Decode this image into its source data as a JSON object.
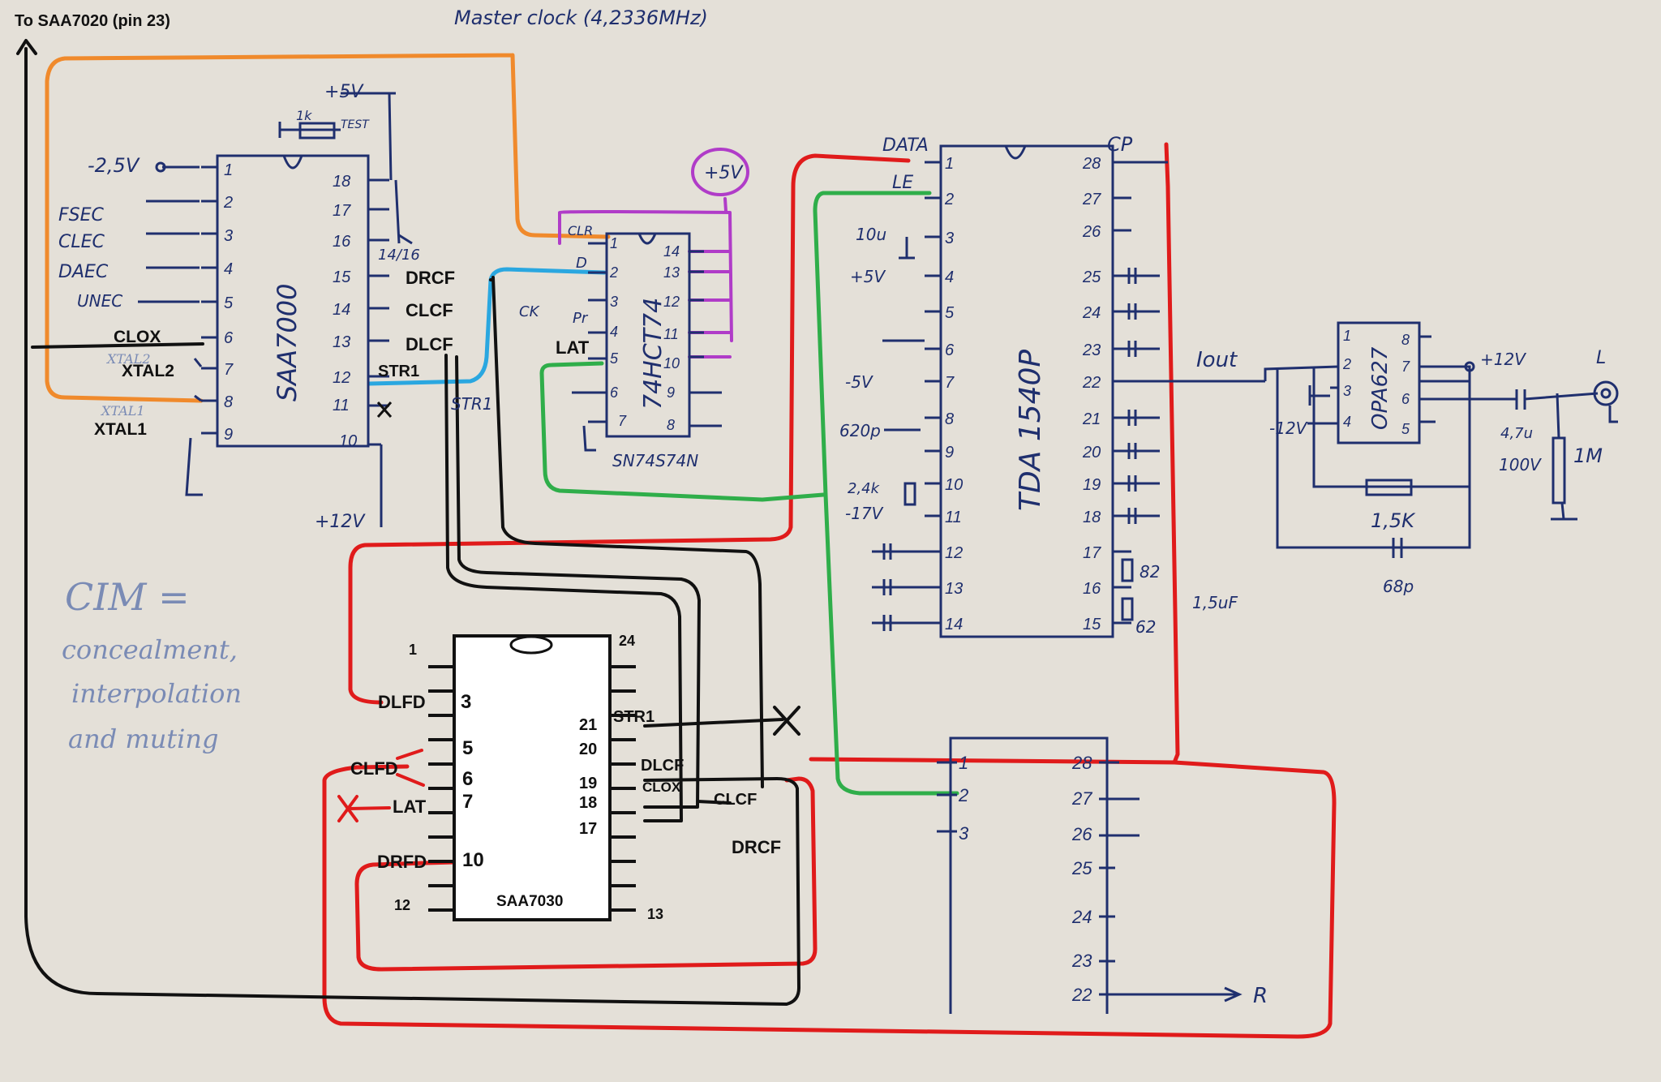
{
  "colors": {
    "paper": "#e4e0d8",
    "ink_blue": "#1f2f6e",
    "black": "#111111",
    "orange": "#f08a2c",
    "red": "#e01b1b",
    "green": "#2fae4a",
    "cyan": "#2aa7e0",
    "purple": "#b03cc8",
    "note_blue": "#7a8bb5"
  },
  "top": {
    "to_saa7020": "To SAA7020 (pin 23)",
    "master_clock": "Master clock (4,2336MHz)"
  },
  "saa7000": {
    "name": "SAA7000",
    "left_pins": [
      "1",
      "2",
      "3",
      "4",
      "5",
      "6",
      "7",
      "8",
      "9"
    ],
    "right_pins": [
      "18",
      "17",
      "16",
      "15",
      "14",
      "13",
      "12",
      "11",
      "10"
    ],
    "signals": [
      "-2,5V",
      "FSEC",
      "CLEC",
      "DAEC",
      "UNEC",
      "CLOX",
      "XTAL2",
      "XTAL1",
      "XTAL2",
      "XTAL1"
    ],
    "supply": [
      "+5V",
      "1k",
      "TEST",
      "14/16",
      "+12V"
    ],
    "outputs": [
      "DRCF",
      "CLCF",
      "DLCF",
      "STR1",
      "STR1"
    ]
  },
  "hc74": {
    "name": "74HCT74",
    "part": "SN74S74N",
    "left_pins": [
      "1",
      "2",
      "3",
      "4",
      "5",
      "6",
      "7"
    ],
    "right_pins": [
      "14",
      "13",
      "12",
      "11",
      "10",
      "9",
      "8"
    ],
    "labels": [
      "CLR",
      "D",
      "Pr",
      "CK",
      "LAT",
      "+5V"
    ]
  },
  "tda1540": {
    "name": "TDA 1540P",
    "left_pins": [
      "1",
      "2",
      "3",
      "4",
      "5",
      "6",
      "7",
      "8",
      "9",
      "10",
      "11",
      "12",
      "13",
      "14"
    ],
    "right_pins": [
      "28",
      "27",
      "26",
      "25",
      "24",
      "23",
      "22",
      "21",
      "20",
      "19",
      "18",
      "17",
      "16",
      "15"
    ],
    "labels": [
      "DATA",
      "LE",
      "CP",
      "10u",
      "+5V",
      "-5V",
      "620p",
      "2,4k",
      "-17V",
      "82",
      "1,5uF",
      "62"
    ]
  },
  "tda_lower": {
    "left_pins": [
      "1",
      "2",
      "3"
    ],
    "right_pins": [
      "28",
      "27",
      "26",
      "25",
      "24",
      "23",
      "22"
    ],
    "r_label": "R"
  },
  "opa": {
    "name": "OPA627",
    "left_pins": [
      "1",
      "2",
      "3",
      "4"
    ],
    "right_pins": [
      "8",
      "7",
      "6",
      "5"
    ],
    "labels": [
      "Iout",
      "+12V",
      "-12V",
      "4,7u",
      "100V",
      "1M",
      "1,5K",
      "68p",
      "L"
    ]
  },
  "saa7030": {
    "name": "SAA7030",
    "corner_pins": [
      "1",
      "24",
      "12",
      "13"
    ],
    "left_signals": [
      {
        "pin": "3",
        "label": "DLFD"
      },
      {
        "pin": "5",
        "label": ""
      },
      {
        "pin": "6",
        "label": "CLFD"
      },
      {
        "pin": "7",
        "label": "LAT"
      },
      {
        "pin": "10",
        "label": "DRFD"
      }
    ],
    "right_signals": [
      {
        "pin": "21",
        "label": "STR1"
      },
      {
        "pin": "20",
        "label": ""
      },
      {
        "pin": "19",
        "label": "DLCF"
      },
      {
        "pin": "18",
        "label": "CLOX"
      },
      {
        "pin": "17",
        "label": "CLCF"
      },
      {
        "pin": "",
        "label": "DRCF"
      }
    ]
  },
  "cim_note": [
    "CIM =",
    "concealment,",
    "interpolation",
    "and muting"
  ]
}
